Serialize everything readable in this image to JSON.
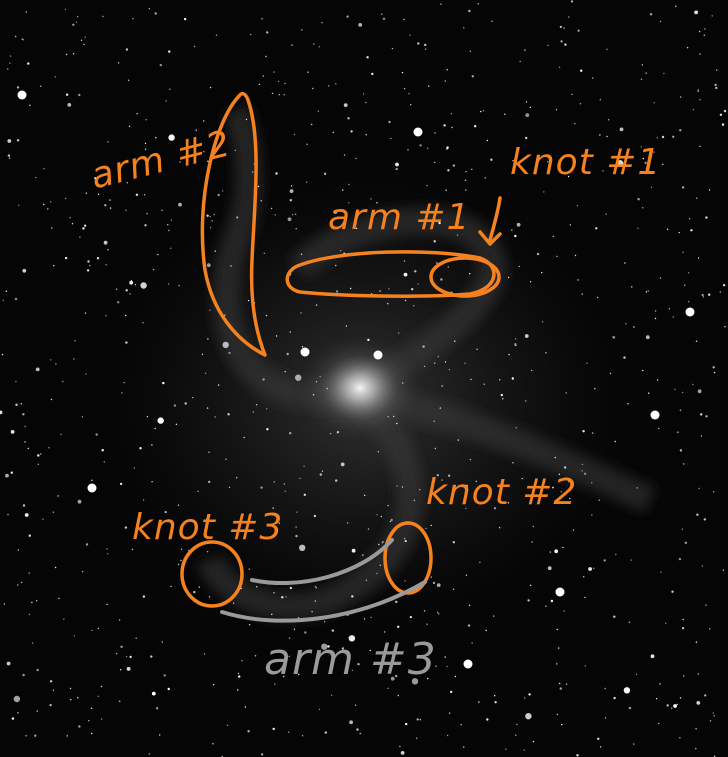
{
  "image": {
    "subject": "spiral-galaxy-star-field",
    "annotation_color_primary": "#F5821F",
    "annotation_color_secondary": "#9A9A9A",
    "background_color": "#000000"
  },
  "annotations": {
    "arm1_label": "arm #1",
    "arm2_label": "arm #2",
    "arm3_label": "arm #3",
    "knot1_label": "knot #1",
    "knot2_label": "knot #2",
    "knot3_label": "knot #3"
  }
}
